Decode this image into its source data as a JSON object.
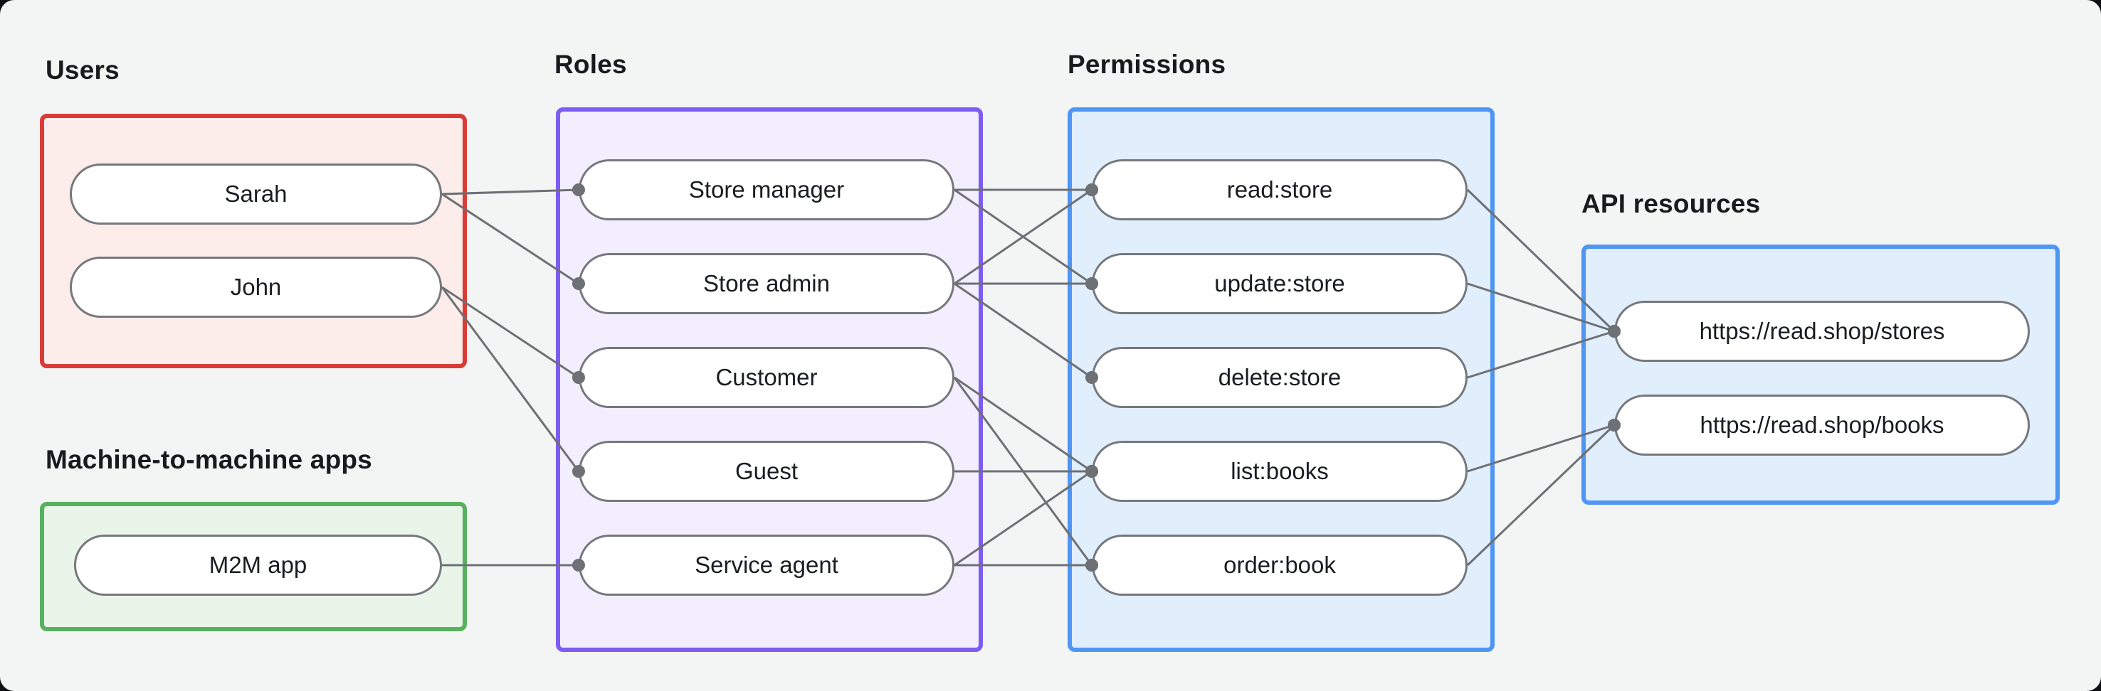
{
  "page": {
    "background": "#f3f5f4",
    "outer_background": "#0e1114"
  },
  "node_style": {
    "border_color": "#75787c",
    "fill_color": "#ffffff",
    "text_color": "#1a1d20"
  },
  "edge_style": {
    "color": "#6d7074",
    "width": 3,
    "dot_radius": 9
  },
  "sections": {
    "users": {
      "label": "Users",
      "border_color": "#d93c36",
      "fill_color": "#fcecea",
      "nodes": [
        {
          "id": "sarah",
          "label": "Sarah"
        },
        {
          "id": "john",
          "label": "John"
        }
      ]
    },
    "m2m": {
      "label": "Machine-to-machine apps",
      "border_color": "#57b15f",
      "fill_color": "#e9f5e9",
      "nodes": [
        {
          "id": "m2m-app",
          "label": "M2M app"
        }
      ]
    },
    "roles": {
      "label": "Roles",
      "border_color": "#7c5cf2",
      "fill_color": "#f2eefd",
      "nodes": [
        {
          "id": "store-manager",
          "label": "Store manager"
        },
        {
          "id": "store-admin",
          "label": "Store admin"
        },
        {
          "id": "customer",
          "label": "Customer"
        },
        {
          "id": "guest",
          "label": "Guest"
        },
        {
          "id": "service-agent",
          "label": "Service agent"
        }
      ]
    },
    "permissions": {
      "label": "Permissions",
      "border_color": "#4f95f4",
      "fill_color": "#e1eefc",
      "nodes": [
        {
          "id": "read-store",
          "label": "read:store"
        },
        {
          "id": "update-store",
          "label": "update:store"
        },
        {
          "id": "delete-store",
          "label": "delete:store"
        },
        {
          "id": "list-books",
          "label": "list:books"
        },
        {
          "id": "order-book",
          "label": "order:book"
        }
      ]
    },
    "api_resources": {
      "label": "API resources",
      "border_color": "#4f95f4",
      "fill_color": "#e1eefc",
      "nodes": [
        {
          "id": "stores",
          "label": "https://read.shop/stores"
        },
        {
          "id": "books",
          "label": "https://read.shop/books"
        }
      ]
    }
  },
  "edges": [
    [
      "sarah",
      "store-manager"
    ],
    [
      "sarah",
      "store-admin"
    ],
    [
      "john",
      "customer"
    ],
    [
      "john",
      "guest"
    ],
    [
      "m2m-app",
      "service-agent"
    ],
    [
      "store-manager",
      "read-store"
    ],
    [
      "store-manager",
      "update-store"
    ],
    [
      "store-admin",
      "read-store"
    ],
    [
      "store-admin",
      "update-store"
    ],
    [
      "store-admin",
      "delete-store"
    ],
    [
      "customer",
      "list-books"
    ],
    [
      "customer",
      "order-book"
    ],
    [
      "guest",
      "list-books"
    ],
    [
      "service-agent",
      "list-books"
    ],
    [
      "service-agent",
      "order-book"
    ],
    [
      "read-store",
      "stores"
    ],
    [
      "update-store",
      "stores"
    ],
    [
      "delete-store",
      "stores"
    ],
    [
      "list-books",
      "books"
    ],
    [
      "order-book",
      "books"
    ]
  ]
}
